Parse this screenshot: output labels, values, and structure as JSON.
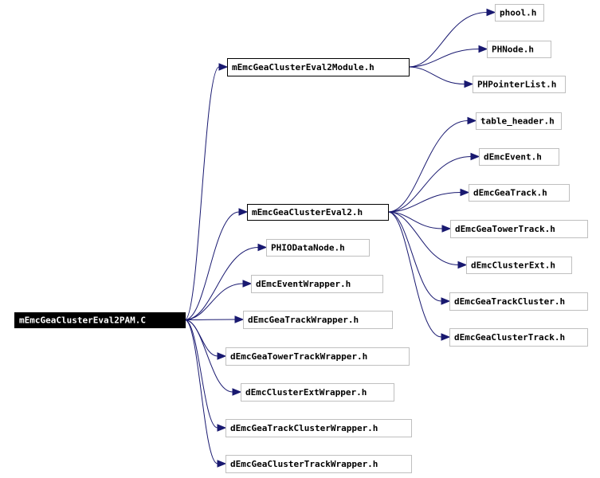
{
  "graph": {
    "colors": {
      "edge": "#191970",
      "root_fill": "#000000",
      "root_text": "#ffffff",
      "linked_border": "#000000",
      "plain_border": "#bfbfbf"
    },
    "nodes": [
      {
        "id": "root",
        "label": "mEmcGeaClusterEval2PAM.C",
        "style": "root"
      },
      {
        "id": "module",
        "label": "mEmcGeaClusterEval2Module.h",
        "style": "link"
      },
      {
        "id": "eval2",
        "label": "mEmcGeaClusterEval2.h",
        "style": "link"
      },
      {
        "id": "phool",
        "label": "phool.h",
        "style": "plain"
      },
      {
        "id": "phnode",
        "label": "PHNode.h",
        "style": "plain"
      },
      {
        "id": "phpointer",
        "label": "PHPointerList.h",
        "style": "plain"
      },
      {
        "id": "tableheader",
        "label": "table_header.h",
        "style": "plain"
      },
      {
        "id": "demcevent",
        "label": "dEmcEvent.h",
        "style": "plain"
      },
      {
        "id": "demcgeatrack",
        "label": "dEmcGeaTrack.h",
        "style": "plain"
      },
      {
        "id": "demcgeatowertrack",
        "label": "dEmcGeaTowerTrack.h",
        "style": "plain"
      },
      {
        "id": "demcclusterext",
        "label": "dEmcClusterExt.h",
        "style": "plain"
      },
      {
        "id": "demcgeatrackcluster",
        "label": "dEmcGeaTrackCluster.h",
        "style": "plain"
      },
      {
        "id": "demcgeaclustertrack",
        "label": "dEmcGeaClusterTrack.h",
        "style": "plain"
      },
      {
        "id": "phiodatanode",
        "label": "PHIODataNode.h",
        "style": "plain"
      },
      {
        "id": "eventwrapper",
        "label": "dEmcEventWrapper.h",
        "style": "plain"
      },
      {
        "id": "trackwrapper",
        "label": "dEmcGeaTrackWrapper.h",
        "style": "plain"
      },
      {
        "id": "towertrackwrapper",
        "label": "dEmcGeaTowerTrackWrapper.h",
        "style": "plain"
      },
      {
        "id": "clusterextwrapper",
        "label": "dEmcClusterExtWrapper.h",
        "style": "plain"
      },
      {
        "id": "trackclusterwrapper",
        "label": "dEmcGeaTrackClusterWrapper.h",
        "style": "plain"
      },
      {
        "id": "clustertrackwrapper",
        "label": "dEmcGeaClusterTrackWrapper.h",
        "style": "plain"
      }
    ],
    "edges": [
      {
        "from": "root",
        "to": "module"
      },
      {
        "from": "root",
        "to": "eval2"
      },
      {
        "from": "root",
        "to": "phiodatanode"
      },
      {
        "from": "root",
        "to": "eventwrapper"
      },
      {
        "from": "root",
        "to": "trackwrapper"
      },
      {
        "from": "root",
        "to": "towertrackwrapper"
      },
      {
        "from": "root",
        "to": "clusterextwrapper"
      },
      {
        "from": "root",
        "to": "trackclusterwrapper"
      },
      {
        "from": "root",
        "to": "clustertrackwrapper"
      },
      {
        "from": "module",
        "to": "phool"
      },
      {
        "from": "module",
        "to": "phnode"
      },
      {
        "from": "module",
        "to": "phpointer"
      },
      {
        "from": "eval2",
        "to": "tableheader"
      },
      {
        "from": "eval2",
        "to": "demcevent"
      },
      {
        "from": "eval2",
        "to": "demcgeatrack"
      },
      {
        "from": "eval2",
        "to": "demcgeatowertrack"
      },
      {
        "from": "eval2",
        "to": "demcclusterext"
      },
      {
        "from": "eval2",
        "to": "demcgeatrackcluster"
      },
      {
        "from": "eval2",
        "to": "demcgeaclustertrack"
      }
    ]
  }
}
